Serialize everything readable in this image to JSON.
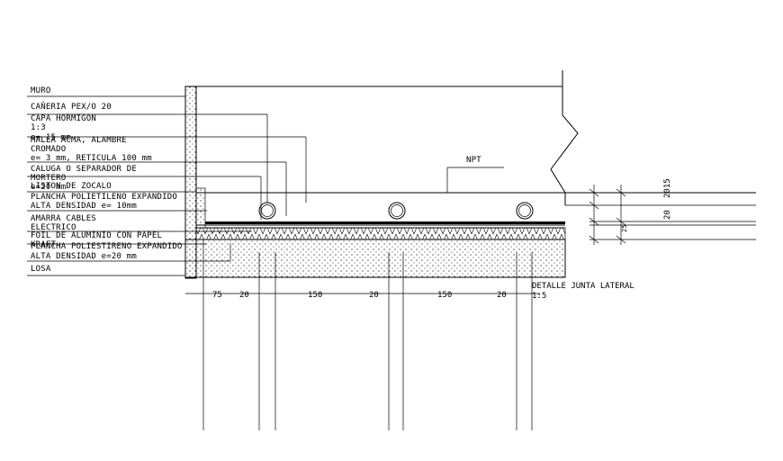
{
  "labels": [
    "MURO",
    "CAÑERIA PEX/O 20",
    "CAPA HORMIGON",
    "1:3",
    "e= 15 mm",
    "MALLA ACMA, ALAMBRE",
    "CROMADO",
    "e= 3 mm,  RETICULA 100 mm",
    "CALUGA O SEPARADOR DE",
    "MORTERO",
    "e=20 mm",
    "LISTON DE ZOCALO",
    "PLANCHA POLIETILENO EXPANDIDO",
    "ALTA DENSIDAD e= 10mm",
    "AMARRA CABLES",
    "ELECTRICO",
    "FOIL DE ALUMINIO CON PAPEL",
    "KRAFT",
    "PLANCHA POLIESTIRENO EXPANDIDO",
    "ALTA DENSIDAD e=20 mm",
    "LOSA"
  ],
  "npt": "NPT",
  "dims_bottom": [
    "75",
    "20",
    "150",
    "20",
    "150",
    "20"
  ],
  "dims_right": [
    "2015",
    "20",
    "25"
  ],
  "detail_title": "DETALLE JUNTA LATERAL",
  "detail_scale": "1:5"
}
